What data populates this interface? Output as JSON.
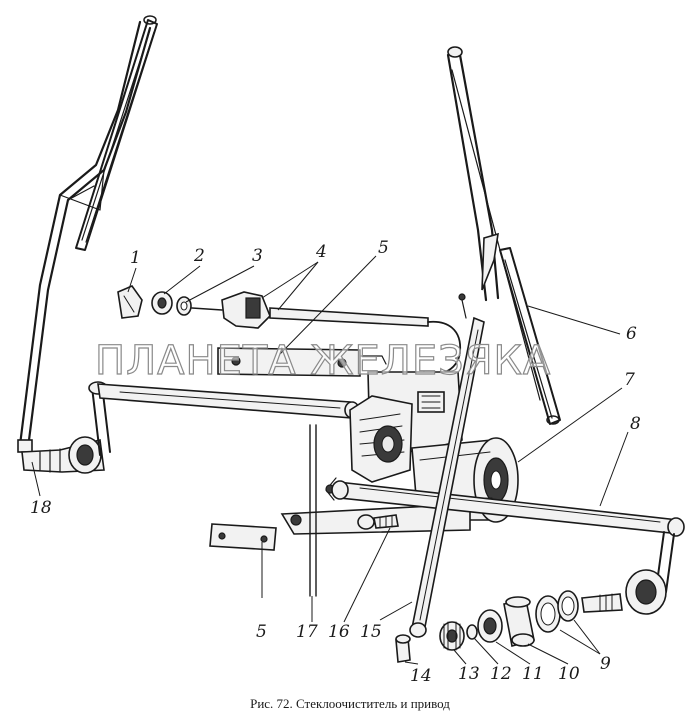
{
  "watermark": "ПЛАНЕТА ЖЕЛЕЗЯКА",
  "caption": "Рис. 72. Стеклоочиститель и привод",
  "callouts": {
    "n1": "1",
    "n2": "2",
    "n3": "3",
    "n4": "4",
    "n5_top": "5",
    "n5_bottom": "5",
    "n6": "6",
    "n7": "7",
    "n8": "8",
    "n9": "9",
    "n10": "10",
    "n11": "11",
    "n12": "12",
    "n13": "13",
    "n14": "14",
    "n15": "15",
    "n16": "16",
    "n17": "17",
    "n18": "18"
  }
}
